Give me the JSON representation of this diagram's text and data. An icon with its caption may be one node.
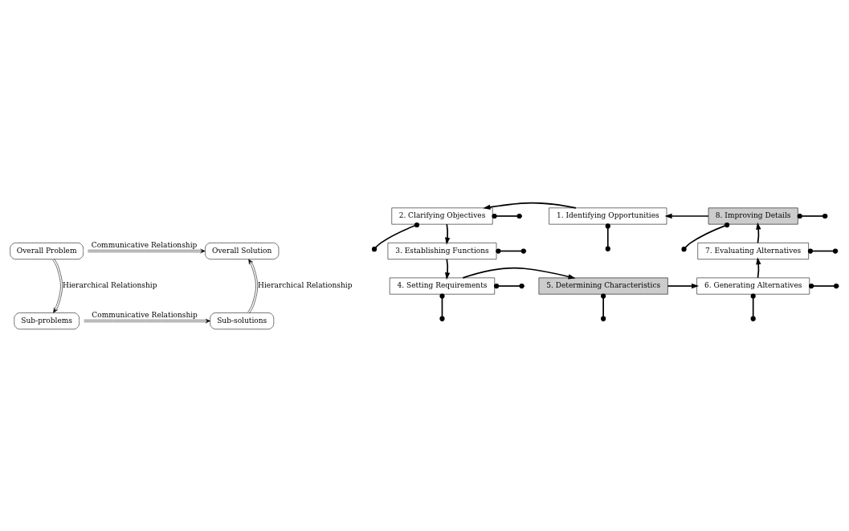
{
  "diagram": {
    "nodes": [
      {
        "text": [
          "Overall Problem"
        ]
      },
      {
        "text": [
          "Overall Solution"
        ]
      },
      {
        "text": [
          "2. Clarifying Objectives"
        ]
      },
      {
        "text": [
          "1. Identifying Opportunities"
        ]
      },
      {
        "text": [
          "8. Improving Details"
        ]
      },
      {
        "text": [
          "3. Establishing Functions"
        ]
      },
      {
        "text": [
          "7. Evaluating Alternatives"
        ]
      },
      {
        "text": [
          "4. Setting Requirements"
        ]
      },
      {
        "text": [
          "5. Determining Characteristics"
        ]
      },
      {
        "text": [
          "6. Generating Alternatives"
        ]
      },
      {
        "text": [
          "Sub-problems"
        ]
      },
      {
        "text": [
          "Sub-solutions"
        ]
      }
    ],
    "edges": [
      {
        "from": 0,
        "to": 1,
        "arrow": "both",
        "label": "Communicative Relationship"
      },
      {
        "from": 0,
        "to": 10,
        "arrow": "to",
        "label": "Hierarchical Relationship"
      },
      {
        "from": 11,
        "to": 1,
        "arrow": "to",
        "label": "Hierarchical Relationship"
      },
      {
        "from": 10,
        "to": 11,
        "arrow": "both",
        "label": "Communicative Relationship"
      },
      {
        "from": 3,
        "to": 2,
        "arrow": "to"
      },
      {
        "from": 4,
        "to": 3,
        "arrow": "to"
      },
      {
        "from": 2,
        "to": 5,
        "arrow": "to"
      },
      {
        "from": 5,
        "to": 7,
        "arrow": "to"
      },
      {
        "from": 7,
        "to": 8,
        "arrow": "to"
      },
      {
        "from": 8,
        "to": 9,
        "arrow": "to"
      },
      {
        "from": 9,
        "to": 6,
        "arrow": "to"
      },
      {
        "from": 6,
        "to": 4,
        "arrow": "to"
      },
      {
        "from": 2,
        "to": null,
        "arrow": "other"
      },
      {
        "from": 3,
        "to": null,
        "arrow": "other"
      },
      {
        "from": 4,
        "to": null,
        "arrow": "other"
      },
      {
        "from": 2,
        "to": null,
        "arrow": "other"
      },
      {
        "from": 4,
        "to": null,
        "arrow": "other"
      },
      {
        "from": 5,
        "to": null,
        "arrow": "other"
      },
      {
        "from": 6,
        "to": null,
        "arrow": "other"
      },
      {
        "from": 7,
        "to": null,
        "arrow": "other"
      },
      {
        "from": 9,
        "to": null,
        "arrow": "other"
      },
      {
        "from": 7,
        "to": null,
        "arrow": "other"
      },
      {
        "from": 8,
        "to": null,
        "arrow": "other"
      },
      {
        "from": 9,
        "to": null,
        "arrow": "other"
      }
    ]
  }
}
